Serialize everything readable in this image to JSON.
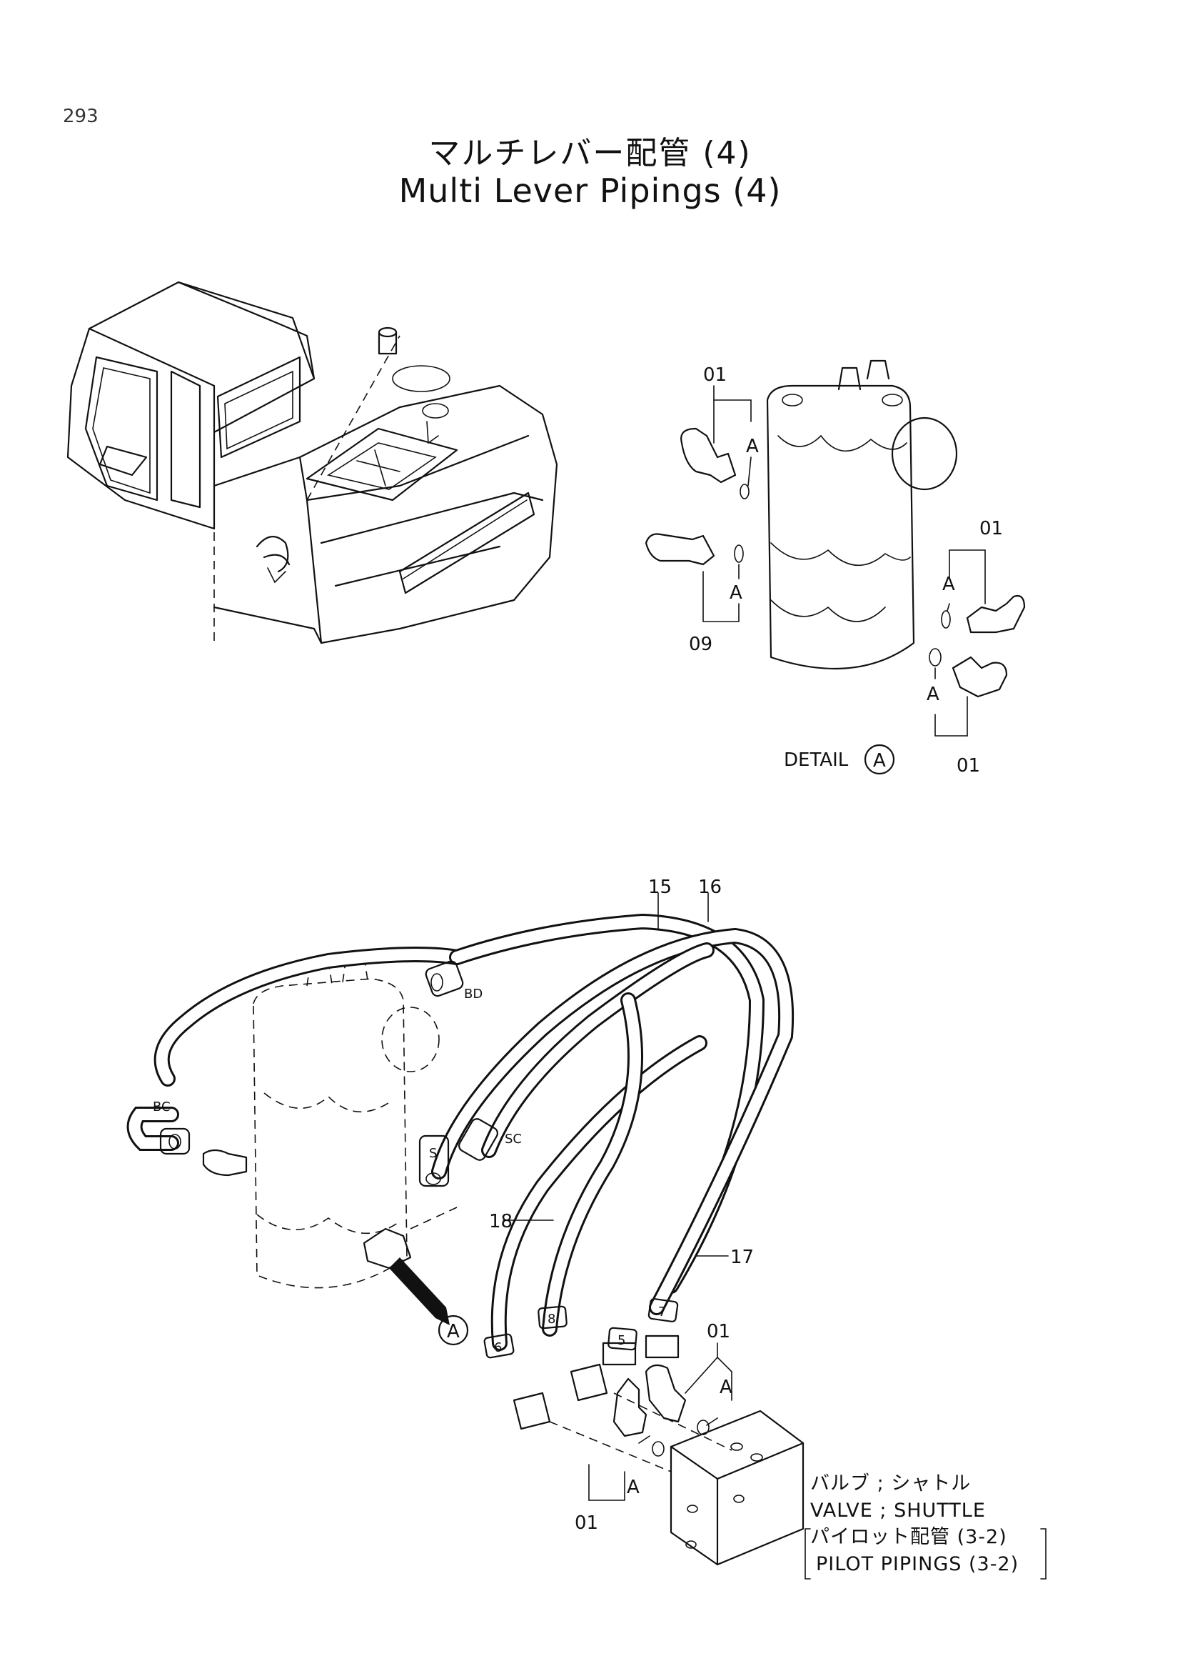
{
  "page_number": "293",
  "title_jp": "マルチレバー配管 (4)",
  "title_en": "Multi Lever Pipings (4)",
  "detail": {
    "label": "DETAIL",
    "marker": "A",
    "parts": {
      "top_left": "01",
      "right_upper": "01",
      "left_lower": "09",
      "bottom_right": "01"
    },
    "oring_labels": [
      "A",
      "A",
      "A",
      "A"
    ]
  },
  "main": {
    "hose_labels": {
      "h15": "15",
      "h16": "16",
      "h17": "17",
      "h18": "18"
    },
    "port_labels": {
      "bd": "BD",
      "bc": "BC",
      "sc": "SC",
      "s": "S"
    },
    "hose_end_numbers": {
      "n6": "6",
      "n8": "8",
      "n5": "5",
      "n7": "7"
    },
    "fitting_labels": {
      "upper": "01",
      "lower": "01"
    },
    "oring_labels": [
      "A",
      "A"
    ],
    "detail_marker": "A"
  },
  "valve": {
    "jp_label": "バルブ ; シャトル",
    "en_label": "VALVE ; SHUTTLE",
    "ref_jp": "パイロット配管 (3-2)",
    "ref_en": "PILOT PIPINGS (3-2)"
  }
}
